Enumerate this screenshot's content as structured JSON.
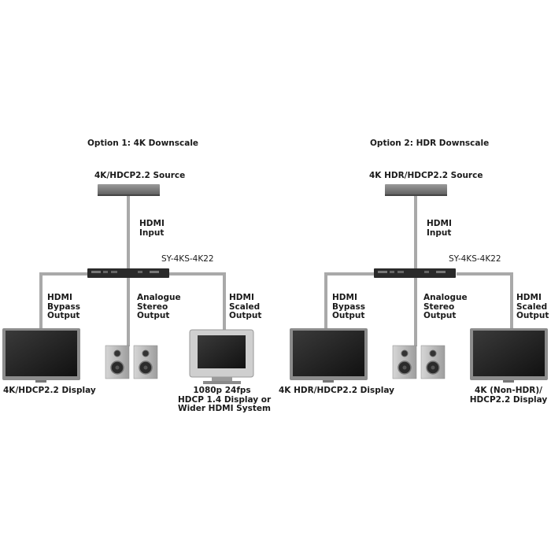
{
  "option1": {
    "title": "Option 1: 4K Downscale",
    "source": "4K/HDCP2.2 Source",
    "input_label": [
      "HDMI",
      "Input"
    ],
    "model": "SY-4KS-4K22",
    "bypass_label": [
      "HDMI",
      "Bypass",
      "Output"
    ],
    "stereo_label": [
      "Analogue",
      "Stereo",
      "Output"
    ],
    "scaled_label": [
      "HDMI",
      "Scaled",
      "Output"
    ],
    "display_left": "4K/HDCP2.2 Display",
    "display_right": [
      "1080p 24fps",
      "HDCP 1.4 Display or",
      "Wider HDMI System"
    ]
  },
  "option2": {
    "title": "Option 2: HDR Downscale",
    "source": "4K HDR/HDCP2.2 Source",
    "input_label": [
      "HDMI",
      "Input"
    ],
    "model": "SY-4KS-4K22",
    "bypass_label": [
      "HDMI",
      "Bypass",
      "Output"
    ],
    "stereo_label": [
      "Analogue",
      "Stereo",
      "Output"
    ],
    "scaled_label": [
      "HDMI",
      "Scaled",
      "Output"
    ],
    "display_left": "4K HDR/HDCP2.2 Display",
    "display_right": [
      "4K (Non-HDR)/",
      "HDCP2.2 Display"
    ]
  },
  "colors": {
    "wire": "#a9a9a9",
    "device": "#2a2a2a",
    "screen": "#1e1e1e",
    "bezel": "#8c8c8c",
    "speaker": "#bdbdbd"
  },
  "icons": [
    "source-box-icon",
    "scaler-device-icon",
    "tv-display-icon",
    "crt-monitor-icon",
    "speaker-icon"
  ]
}
